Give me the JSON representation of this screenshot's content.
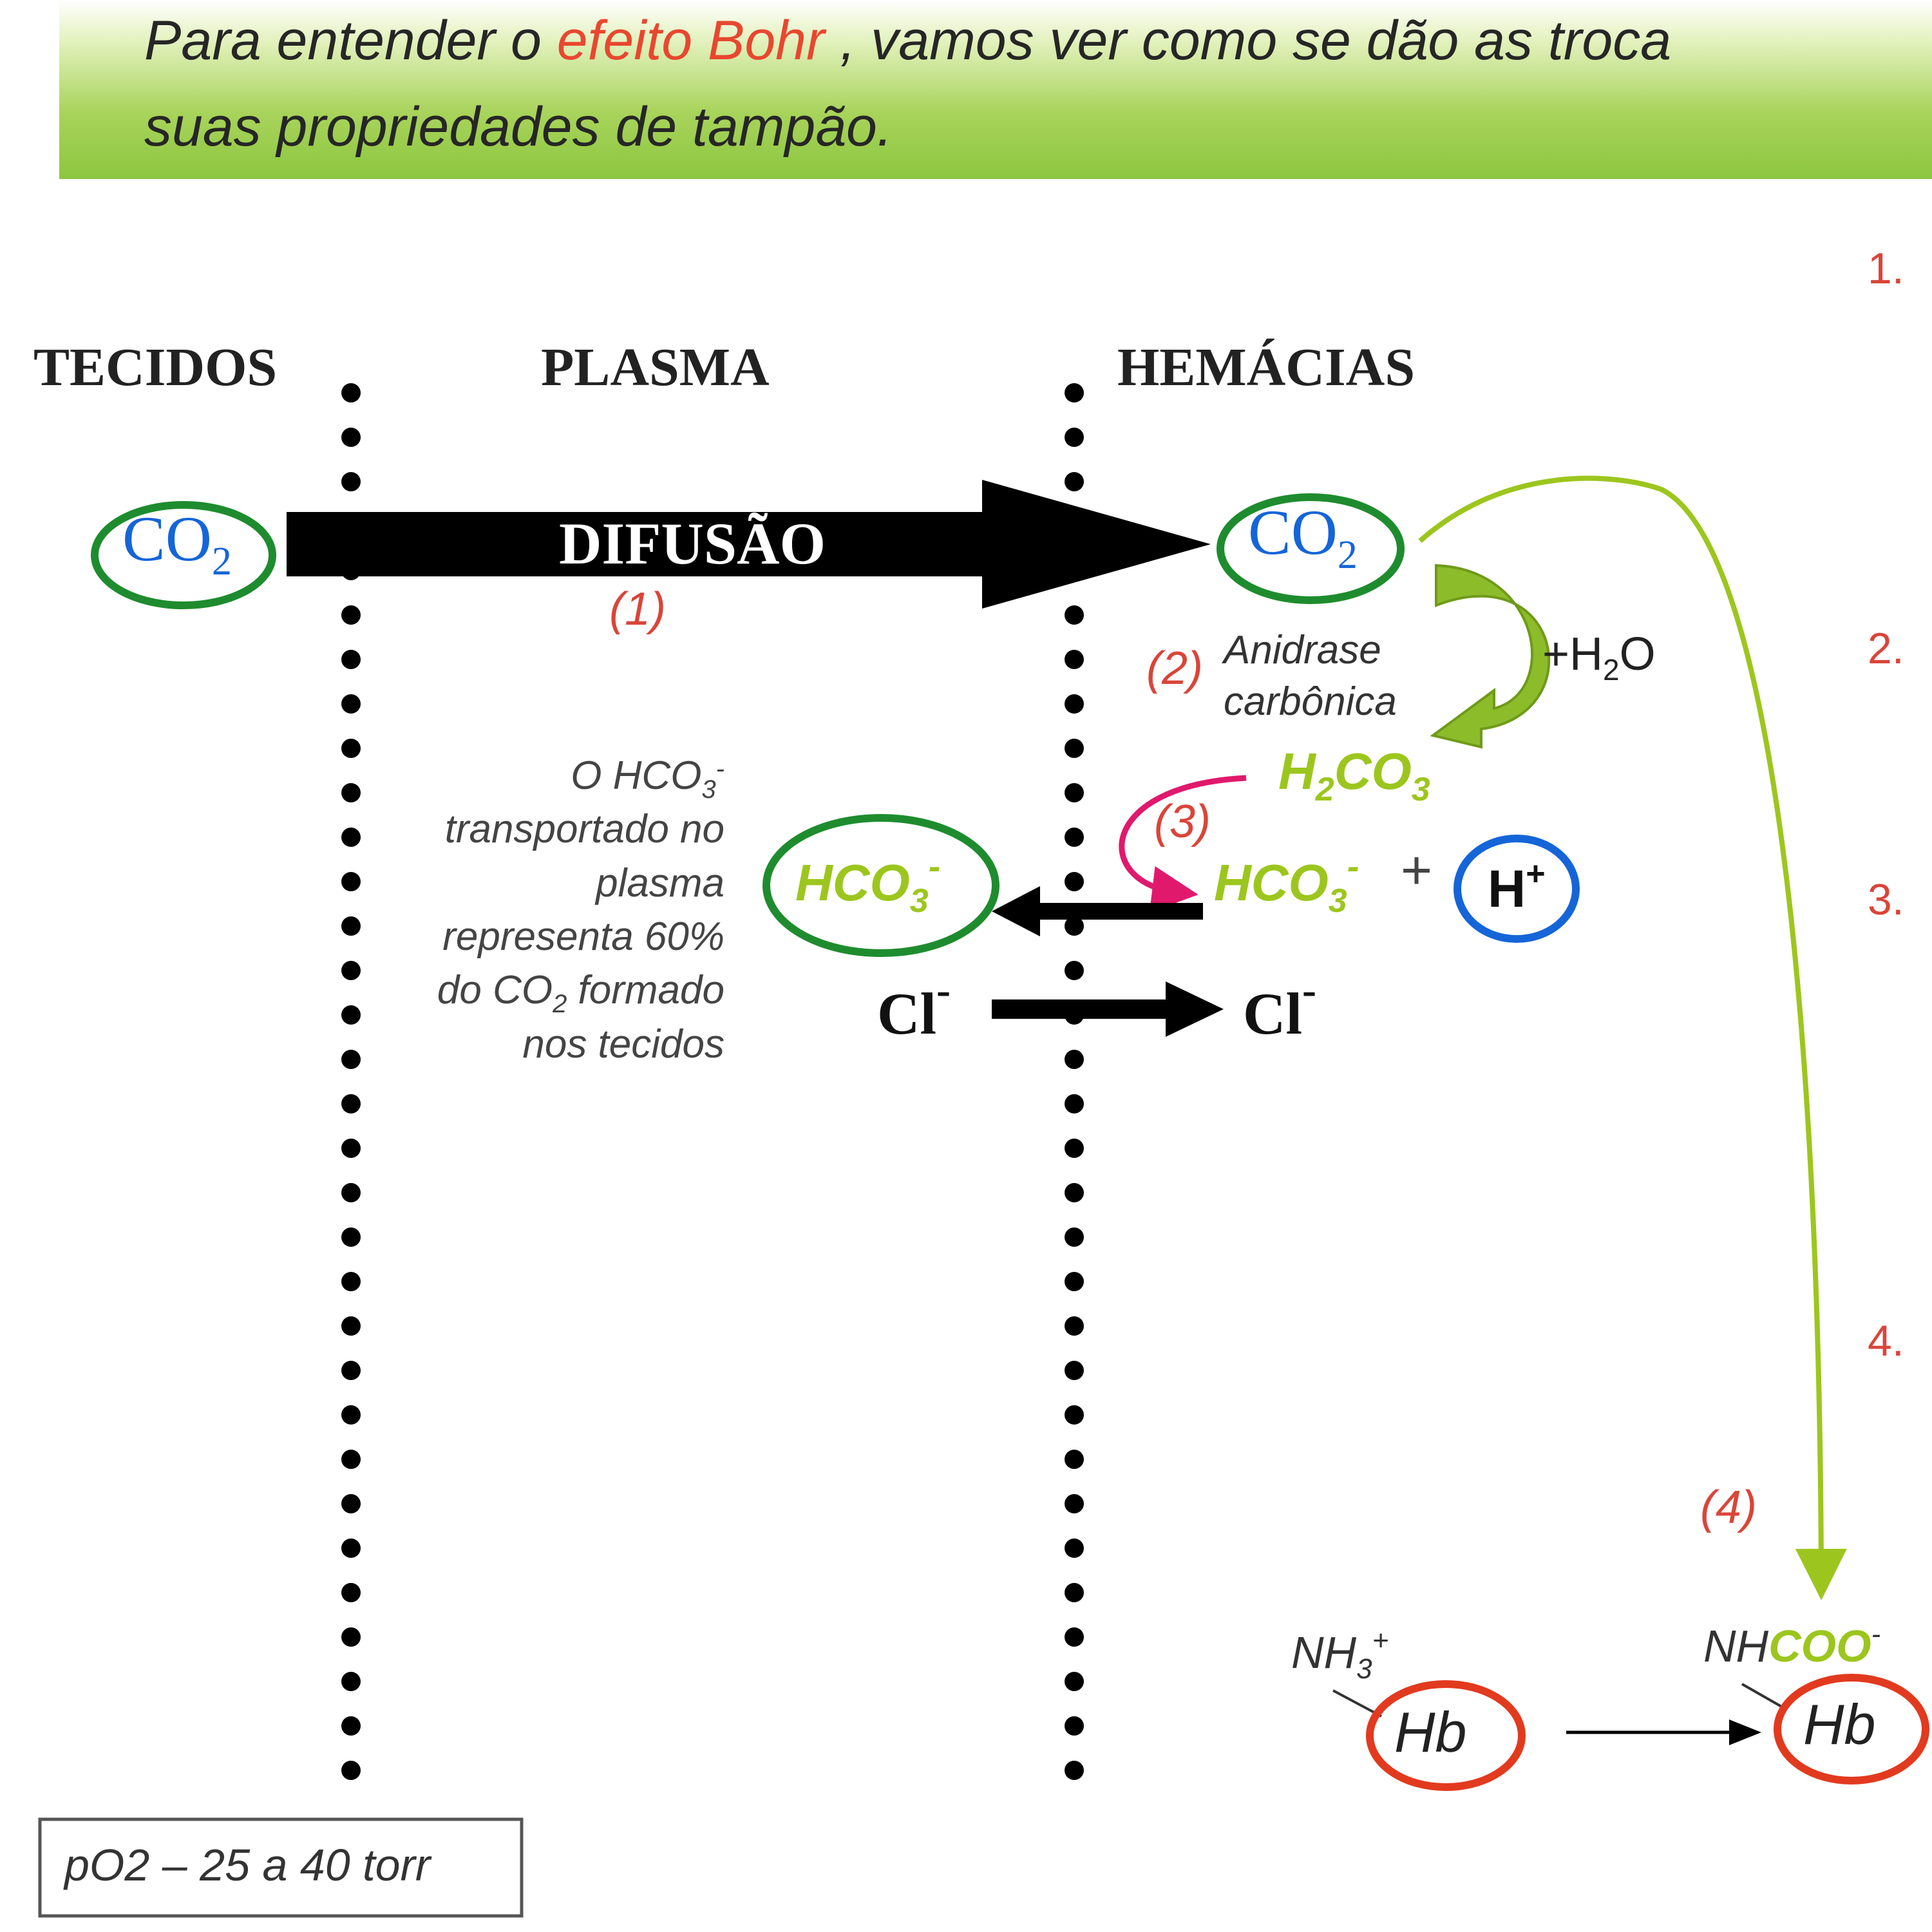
{
  "banner": {
    "line1_before": "Para entender  o ",
    "line1_highlight": "efeito Bohr",
    "line1_after": " , vamos ver como se dão as troca",
    "line2": "suas propriedades  de tampão."
  },
  "regions": {
    "tecidos": "TECIDOS",
    "plasma": "PLASMA",
    "hemacias": "HEMÁCIAS"
  },
  "co2": {
    "text": "CO",
    "sub": "2"
  },
  "diffusion": {
    "label": "DIFUSÃO",
    "step": "(1)"
  },
  "anidrase": {
    "step": "(2)",
    "line1": "Anidrase",
    "line2": "carbônica",
    "water_plus": "+H",
    "water_sub": "2",
    "water_o": "O"
  },
  "h2co3": {
    "h": "H",
    "sub2": "2",
    "co": "CO",
    "sub3": "3"
  },
  "dissociation": {
    "step": "(3)",
    "plus": "+",
    "proton": "H",
    "proton_sup": "+"
  },
  "bicarb": {
    "text": "HCO",
    "sub": "3",
    "sup": "-"
  },
  "note": {
    "l1_a": "O HCO",
    "l1_sub": "3",
    "l1_sup": "-",
    "l2": "transportado no",
    "l3": "plasma",
    "l4": "representa 60%",
    "l5_a": "do CO",
    "l5_sub": "2",
    "l5_b": " formado",
    "l6": "nos tecidos"
  },
  "chloride": {
    "text": "Cl",
    "sup": "-"
  },
  "carbamino": {
    "step": "(4)",
    "left_group": "NH",
    "left_sub": "3",
    "left_sup": "+",
    "right_nh": "NH",
    "right_coo": "COO",
    "right_sup": "-",
    "hb": "Hb"
  },
  "side_numbers": [
    "1.",
    "2.",
    "3.",
    "4."
  ],
  "po2_box": "pO2 – 25 a 40 torr",
  "colors": {
    "green_ring": "#1e8c2e",
    "lime": "#9cc61e",
    "blue": "#1565d8",
    "red": "#e23a1f",
    "step_red": "#d9453a",
    "magenta": "#e0196d",
    "dots": "#000000"
  }
}
